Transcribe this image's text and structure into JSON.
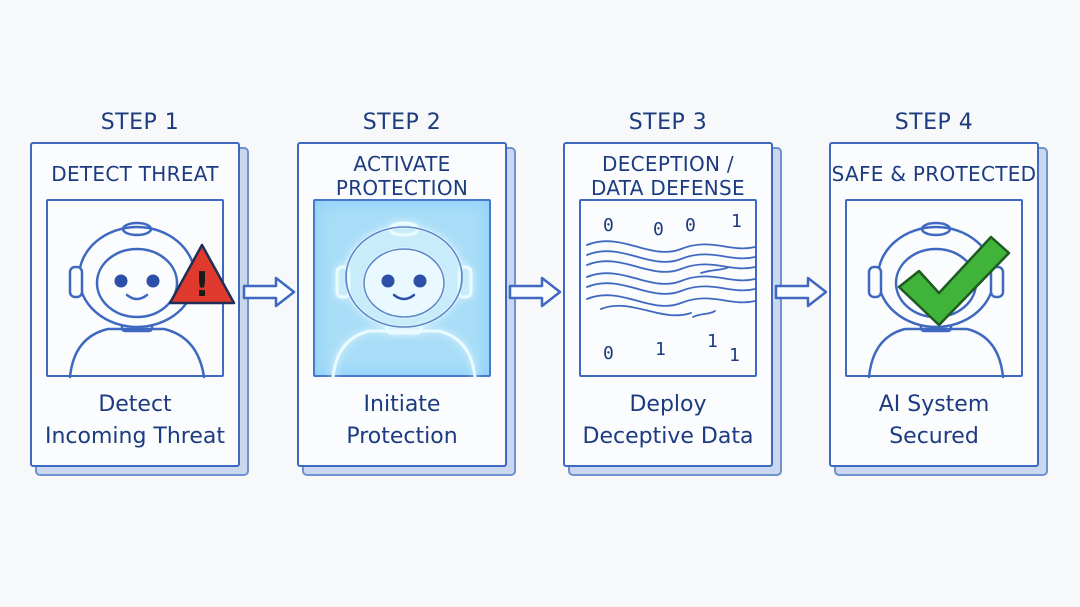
{
  "steps": [
    {
      "step_label": "STEP 1",
      "title": "DETECT THREAT",
      "caption_line1": "Detect",
      "caption_line2": "Incoming Threat",
      "icon": "warning-icon",
      "icon_text": "!"
    },
    {
      "step_label": "STEP 2",
      "title_line1": "ACTIVATE",
      "title_line2": "PROTECTION",
      "caption_line1": "Initiate",
      "caption_line2": "Protection",
      "icon": "glowing-robot-icon"
    },
    {
      "step_label": "STEP 3",
      "title_line1": "DECEPTION /",
      "title_line2": "DATA DEFENSE",
      "caption_line1": "Deploy",
      "caption_line2": "Deceptive Data",
      "icon": "data-wave-icon",
      "digits_top": [
        "0",
        "0",
        "0",
        "1"
      ],
      "digits_bottom": [
        "0",
        "1",
        "1",
        "1"
      ]
    },
    {
      "step_label": "STEP 4",
      "title": "SAFE & PROTECTED",
      "caption_line1": "AI System",
      "caption_line2": "Secured",
      "icon": "checkmark-icon"
    }
  ],
  "colors": {
    "ink": "#1c3b80",
    "stroke": "#3f69c0",
    "warning": "#e03a2e",
    "check": "#3fb33a",
    "glow": "#a9ddf7"
  }
}
